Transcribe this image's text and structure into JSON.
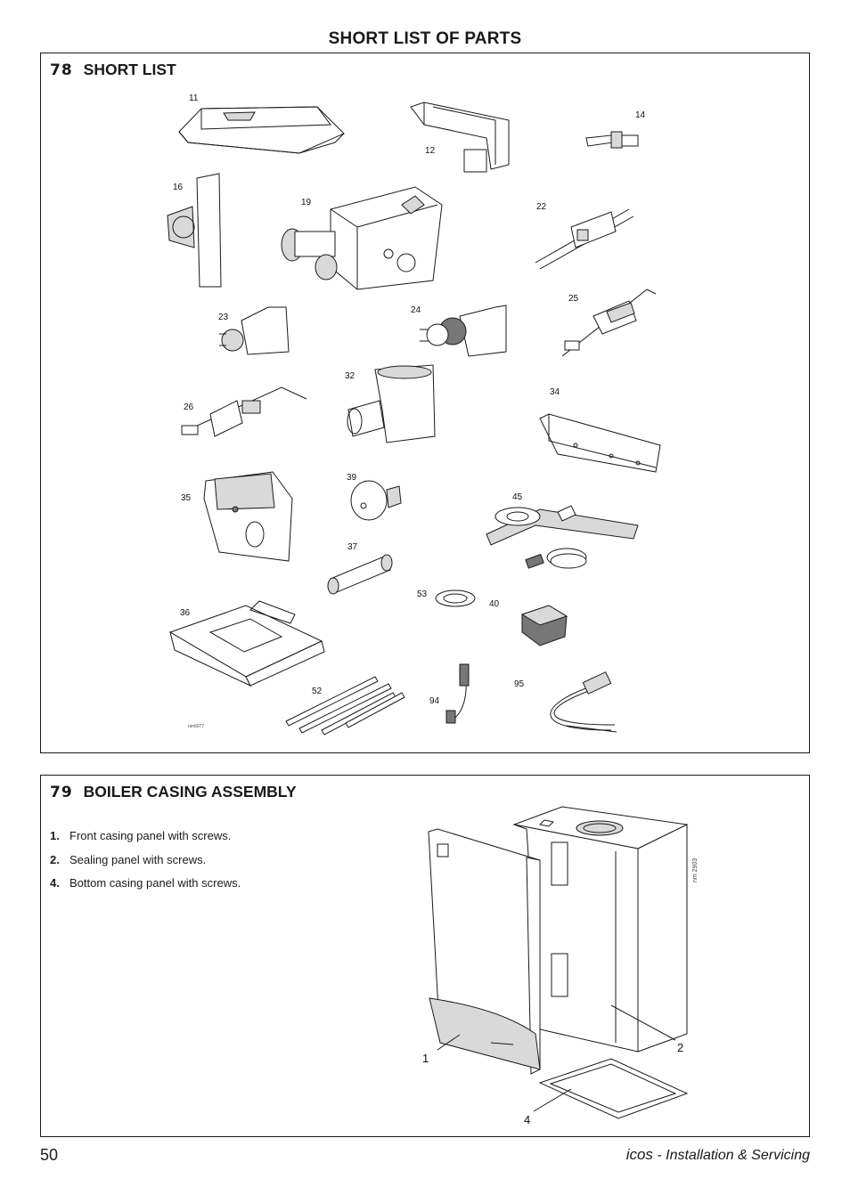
{
  "page_title": "SHORT LIST OF PARTS",
  "section78": {
    "number": "78",
    "title": "SHORT LIST",
    "part_labels": {
      "p11": "11",
      "p12": "12",
      "p14": "14",
      "p16": "16",
      "p19": "19",
      "p22": "22",
      "p23": "23",
      "p24": "24",
      "p25": "25",
      "p26": "26",
      "p32": "32",
      "p34": "34",
      "p35": "35",
      "p39": "39",
      "p45": "45",
      "p37": "37",
      "p53": "53",
      "p40": "40",
      "p36": "36",
      "p52": "52",
      "p94": "94",
      "p95": "95"
    },
    "drawing_ref": "nm6077"
  },
  "section79": {
    "number": "79",
    "title": "BOILER CASING ASSEMBLY",
    "items": [
      {
        "num": "1.",
        "text": "Front casing panel with screws."
      },
      {
        "num": "2.",
        "text": "Sealing panel with screws."
      },
      {
        "num": "4.",
        "text": "Bottom casing panel with screws."
      }
    ],
    "callouts": {
      "c1": "1",
      "c2": "2",
      "c4": "4"
    },
    "drawing_ref": "nm 2903"
  },
  "footer": {
    "page_number": "50",
    "brand": "icos",
    "separator": " - ",
    "subtitle": "Installation & Servicing"
  }
}
